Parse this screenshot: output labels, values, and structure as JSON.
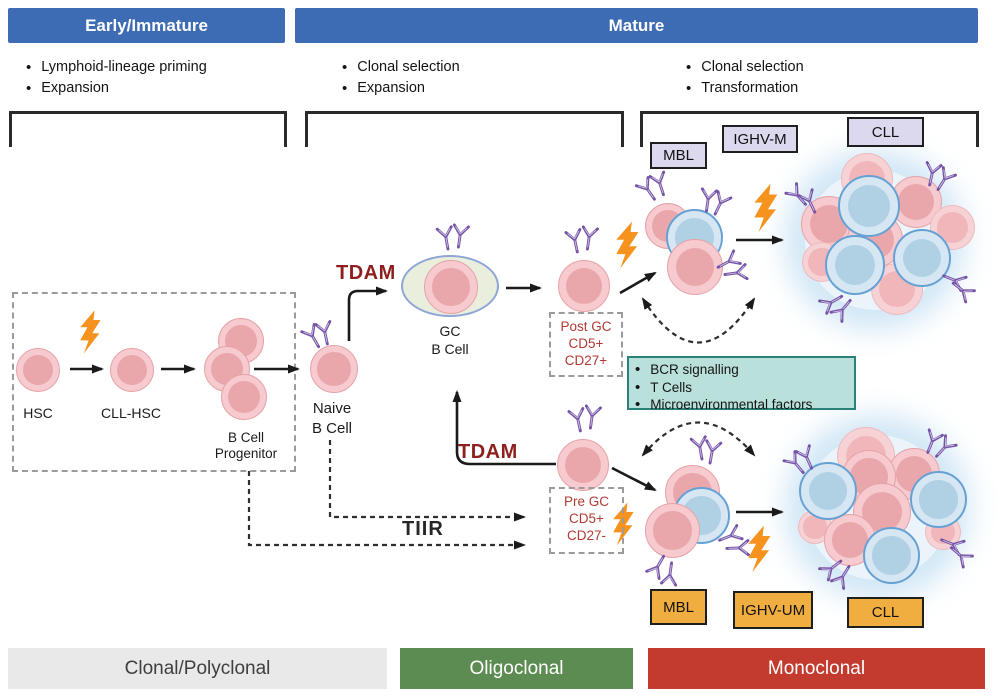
{
  "stages": {
    "early": {
      "title": "Early/Immature",
      "bullets": [
        "Lymphoid-lineage priming",
        "Expansion"
      ]
    },
    "mature": {
      "title": "Mature"
    },
    "mature_left_bullets": [
      "Clonal selection",
      "Expansion"
    ],
    "mature_right_bullets": [
      "Clonal selection",
      "Transformation"
    ]
  },
  "cells": {
    "hsc": "HSC",
    "cll_hsc": "CLL-HSC",
    "progenitor_l1": "B Cell",
    "progenitor_l2": "Progenitor",
    "naive_l1": "Naive",
    "naive_l2": "B Cell",
    "gc_l1": "GC",
    "gc_l2": "B Cell"
  },
  "pathways": {
    "tdam_top": "TDAM",
    "tdam_bottom": "TDAM",
    "tiir": "TIIR"
  },
  "annotations": {
    "post_gc": {
      "l1": "Post GC",
      "l2": "CD5+",
      "l3": "CD27+"
    },
    "pre_gc": {
      "l1": "Pre GC",
      "l2": "CD5+",
      "l3": "CD27-"
    }
  },
  "factors": {
    "items": [
      "BCR signalling",
      "T Cells",
      "Microenvironmental factors"
    ]
  },
  "mutated_path": {
    "mbl": "MBL",
    "ighv": "IGHV-M",
    "cll": "CLL"
  },
  "unmutated_path": {
    "mbl": "MBL",
    "ighv": "IGHV-UM",
    "cll": "CLL"
  },
  "clonality": {
    "left": "Clonal/Polyclonal",
    "middle": "Oligoclonal",
    "right": "Monoclonal"
  },
  "colors": {
    "header_blue": "#3d6cb4",
    "lightning_orange": "#f6921e",
    "tdam_red": "#8e1f1f",
    "annotation_red": "#b13a33",
    "teal_fill": "#b9e0da",
    "teal_border": "#2a8179",
    "lavender_label": "#dcd8ee",
    "orange_label": "#f0ae41",
    "gray_bar": "#e9e9e9",
    "green_bar": "#5c8c52",
    "red_bar": "#c23b2e",
    "antibody_purple": "#7452a5"
  }
}
